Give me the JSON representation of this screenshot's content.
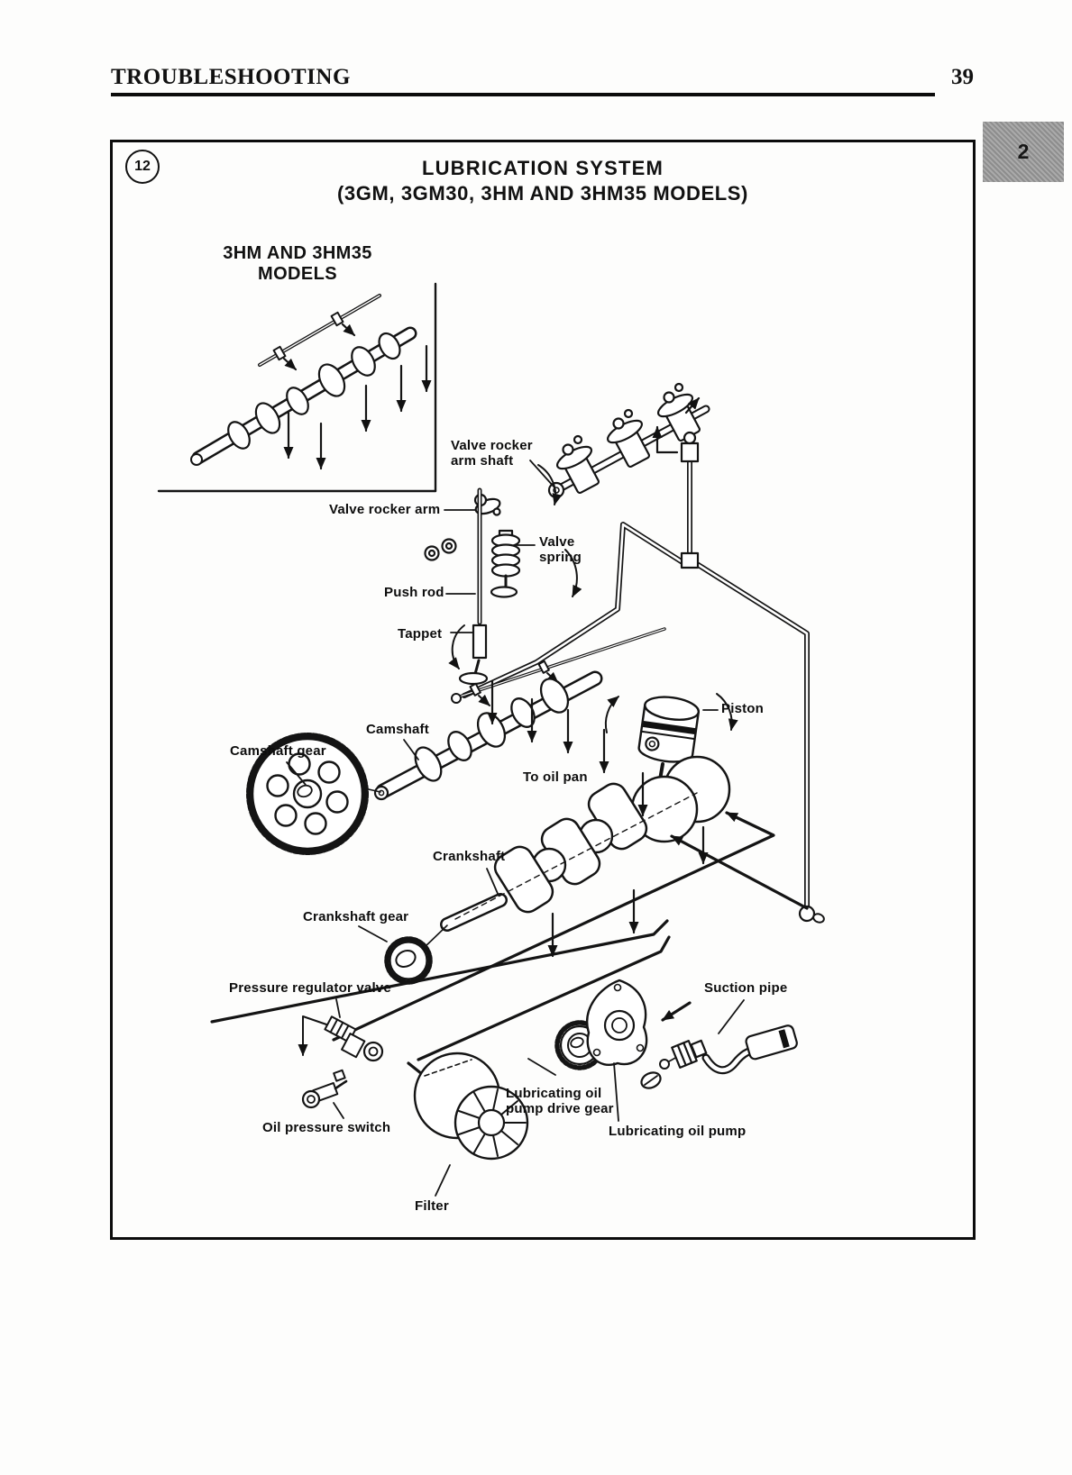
{
  "header": {
    "title": "TROUBLESHOOTING",
    "page_number": "39"
  },
  "side_tab": {
    "label": "2"
  },
  "figure": {
    "number": "12",
    "title": "LUBRICATION SYSTEM",
    "subtitle": "(3GM, 3GM30, 3HM AND 3HM35 MODELS)",
    "inset_heading": "3HM AND 3HM35 MODELS",
    "part_labels": {
      "valve_rocker_arm_shaft": "Valve rocker arm shaft",
      "valve_rocker_arm": "Valve rocker arm",
      "valve_spring": "Valve spring",
      "push_rod": "Push rod",
      "tappet": "Tappet",
      "camshaft": "Camshaft",
      "camshaft_gear": "Camshaft gear",
      "to_oil_pan": "To oil pan",
      "piston": "Piston",
      "crankshaft": "Crankshaft",
      "crankshaft_gear": "Crankshaft gear",
      "pressure_regulator_valve": "Pressure regulator valve",
      "suction_pipe": "Suction pipe",
      "oil_pressure_switch": "Oil pressure switch",
      "lubricating_oil_pump_drive_gear": "Lubricating oil pump drive gear",
      "lubricating_oil_pump": "Lubricating oil pump",
      "filter": "Filter"
    }
  },
  "colors": {
    "ink": "#111111",
    "page": "#fdfdfc",
    "tab_gray": "#a0a0a0"
  }
}
